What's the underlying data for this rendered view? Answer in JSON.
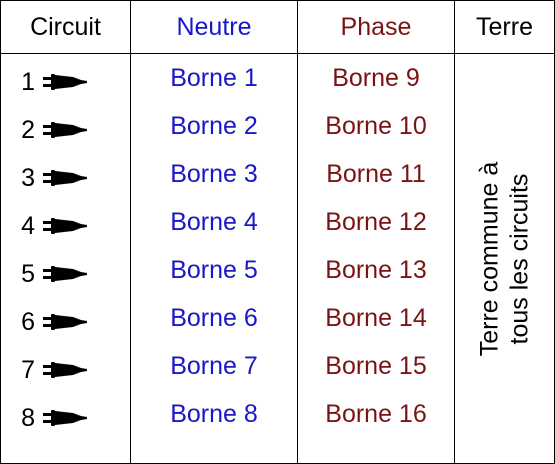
{
  "headers": {
    "circuit": "Circuit",
    "neutral": "Neutre",
    "phase": "Phase",
    "earth": "Terre"
  },
  "circuits": [
    {
      "num": "1",
      "neutral": "Borne 1",
      "phase": "Borne 9"
    },
    {
      "num": "2",
      "neutral": "Borne 2",
      "phase": "Borne 10"
    },
    {
      "num": "3",
      "neutral": "Borne 3",
      "phase": "Borne 11"
    },
    {
      "num": "4",
      "neutral": "Borne 4",
      "phase": "Borne 12"
    },
    {
      "num": "5",
      "neutral": "Borne 5",
      "phase": "Borne 13"
    },
    {
      "num": "6",
      "neutral": "Borne 6",
      "phase": "Borne 14"
    },
    {
      "num": "7",
      "neutral": "Borne 7",
      "phase": "Borne 15"
    },
    {
      "num": "8",
      "neutral": "Borne 8",
      "phase": "Borne 16"
    }
  ],
  "earth_note": {
    "line1": "Terre commune à",
    "line2": "tous les circuits"
  },
  "icons": {
    "circuit": "plug-icon"
  },
  "colors": {
    "neutral": "#1a17c8",
    "phase": "#7a1412",
    "lines": "#000000"
  }
}
